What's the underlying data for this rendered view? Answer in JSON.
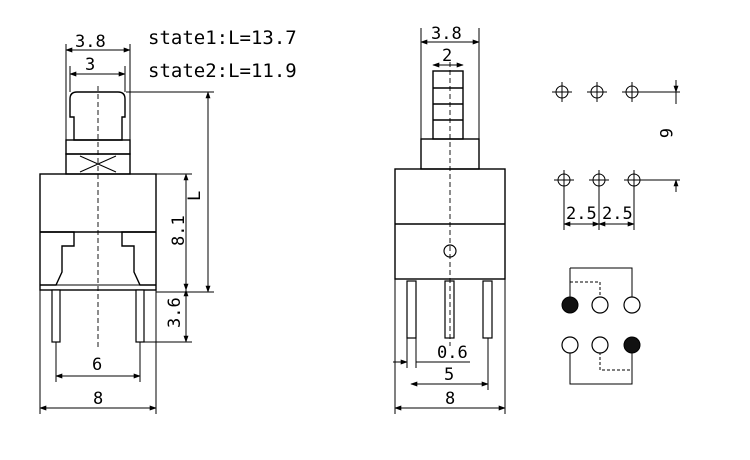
{
  "notes": {
    "state1": "state1:L=13.7",
    "state2": "state2:L=11.9"
  },
  "front_view": {
    "dim_top_outer": "3.8",
    "dim_top_inner": "3",
    "dim_length": "L",
    "dim_body_height": "8.1",
    "dim_pin_length": "3.6",
    "dim_pin_spacing": "6",
    "dim_width": "8"
  },
  "side_view": {
    "dim_top_outer": "3.8",
    "dim_top_inner": "2",
    "dim_pin_width": "0.6",
    "dim_pin_span": "5",
    "dim_width": "8"
  },
  "footprint": {
    "dim_row_spacing": "6",
    "dim_pitch_left": "2.5",
    "dim_pitch_right": "2.5"
  }
}
